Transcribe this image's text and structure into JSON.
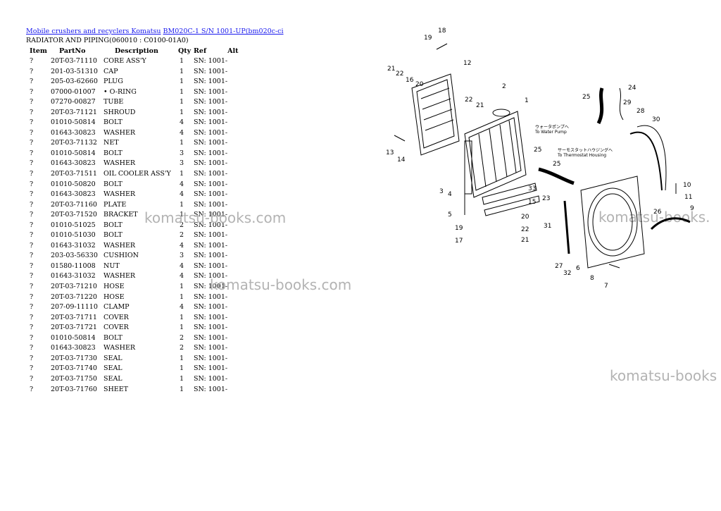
{
  "breadcrumb": {
    "link1": "Mobile crushers and recyclers Komatsu",
    "link2": "BM020C-1 S/N 1001-UP(bm020c-ci"
  },
  "subtitle": "RADIATOR AND PIPING(060010 : C0100-01A0)",
  "table": {
    "headers": [
      "Item",
      "PartNo",
      "Description",
      "Qty",
      "Ref",
      "Alt"
    ],
    "rows": [
      {
        "item": "?",
        "part": "20T-03-71110",
        "desc": "CORE ASS'Y",
        "qty": "1",
        "ref": "SN: 1001-"
      },
      {
        "item": "?",
        "part": "201-03-51310",
        "desc": "CAP",
        "qty": "1",
        "ref": "SN: 1001-"
      },
      {
        "item": "?",
        "part": "205-03-62660",
        "desc": "PLUG",
        "qty": "1",
        "ref": "SN: 1001-"
      },
      {
        "item": "?",
        "part": "07000-01007",
        "desc": "• O-RING",
        "qty": "1",
        "ref": "SN: 1001-"
      },
      {
        "item": "?",
        "part": "07270-00827",
        "desc": "TUBE",
        "qty": "1",
        "ref": "SN: 1001-"
      },
      {
        "item": "?",
        "part": "20T-03-71121",
        "desc": "SHROUD",
        "qty": "1",
        "ref": "SN: 1001-"
      },
      {
        "item": "?",
        "part": "01010-50814",
        "desc": "BOLT",
        "qty": "4",
        "ref": "SN: 1001-"
      },
      {
        "item": "?",
        "part": "01643-30823",
        "desc": "WASHER",
        "qty": "4",
        "ref": "SN: 1001-"
      },
      {
        "item": "?",
        "part": "20T-03-71132",
        "desc": "NET",
        "qty": "1",
        "ref": "SN: 1001-"
      },
      {
        "item": "?",
        "part": "01010-50814",
        "desc": "BOLT",
        "qty": "3",
        "ref": "SN: 1001-"
      },
      {
        "item": "?",
        "part": "01643-30823",
        "desc": "WASHER",
        "qty": "3",
        "ref": "SN: 1001-"
      },
      {
        "item": "?",
        "part": "20T-03-71511",
        "desc": "OIL COOLER ASS'Y",
        "qty": "1",
        "ref": "SN: 1001-"
      },
      {
        "item": "?",
        "part": "01010-50820",
        "desc": "BOLT",
        "qty": "4",
        "ref": "SN: 1001-"
      },
      {
        "item": "?",
        "part": "01643-30823",
        "desc": "WASHER",
        "qty": "4",
        "ref": "SN: 1001-"
      },
      {
        "item": "?",
        "part": "20T-03-71160",
        "desc": "PLATE",
        "qty": "1",
        "ref": "SN: 1001-"
      },
      {
        "item": "?",
        "part": "20T-03-71520",
        "desc": "BRACKET",
        "qty": "1",
        "ref": "SN: 1001-"
      },
      {
        "item": "?",
        "part": "01010-51025",
        "desc": "BOLT",
        "qty": "2",
        "ref": "SN: 1001-"
      },
      {
        "item": "?",
        "part": "01010-51030",
        "desc": "BOLT",
        "qty": "2",
        "ref": "SN: 1001-"
      },
      {
        "item": "?",
        "part": "01643-31032",
        "desc": "WASHER",
        "qty": "4",
        "ref": "SN: 1001-"
      },
      {
        "item": "?",
        "part": "203-03-56330",
        "desc": "CUSHION",
        "qty": "3",
        "ref": "SN: 1001-"
      },
      {
        "item": "?",
        "part": "01580-11008",
        "desc": "NUT",
        "qty": "4",
        "ref": "SN: 1001-"
      },
      {
        "item": "?",
        "part": "01643-31032",
        "desc": "WASHER",
        "qty": "4",
        "ref": "SN: 1001-"
      },
      {
        "item": "?",
        "part": "20T-03-71210",
        "desc": "HOSE",
        "qty": "1",
        "ref": "SN: 1001-"
      },
      {
        "item": "?",
        "part": "20T-03-71220",
        "desc": "HOSE",
        "qty": "1",
        "ref": "SN: 1001-"
      },
      {
        "item": "?",
        "part": "207-09-11110",
        "desc": "CLAMP",
        "qty": "4",
        "ref": "SN: 1001-"
      },
      {
        "item": "?",
        "part": "20T-03-71711",
        "desc": "COVER",
        "qty": "1",
        "ref": "SN: 1001-"
      },
      {
        "item": "?",
        "part": "20T-03-71721",
        "desc": "COVER",
        "qty": "1",
        "ref": "SN: 1001-"
      },
      {
        "item": "?",
        "part": "01010-50814",
        "desc": "BOLT",
        "qty": "2",
        "ref": "SN: 1001-"
      },
      {
        "item": "?",
        "part": "01643-30823",
        "desc": "WASHER",
        "qty": "2",
        "ref": "SN: 1001-"
      },
      {
        "item": "?",
        "part": "20T-03-71730",
        "desc": "SEAL",
        "qty": "1",
        "ref": "SN: 1001-"
      },
      {
        "item": "?",
        "part": "20T-03-71740",
        "desc": "SEAL",
        "qty": "1",
        "ref": "SN: 1001-"
      },
      {
        "item": "?",
        "part": "20T-03-71750",
        "desc": "SEAL",
        "qty": "1",
        "ref": "SN: 1001-"
      },
      {
        "item": "?",
        "part": "20T-03-71760",
        "desc": "SHEET",
        "qty": "1",
        "ref": "SN: 1001-"
      }
    ]
  },
  "watermarks": [
    "komatsu-books.com",
    "komatsu-books.com",
    "komatsu-books.",
    "komatsu-books"
  ],
  "diagram": {
    "callouts": [
      "1",
      "2",
      "3",
      "4",
      "5",
      "6",
      "7",
      "8",
      "9",
      "10",
      "11",
      "12",
      "13",
      "14",
      "15",
      "16",
      "17",
      "18",
      "19",
      "20",
      "21",
      "22",
      "23",
      "24",
      "25",
      "26",
      "27",
      "28",
      "29",
      "30",
      "31",
      "32",
      "33"
    ],
    "notes": {
      "water_pump_jp": "ウォータポンプへ",
      "water_pump_en": "To Water Pump",
      "thermostat_jp": "サーモスタットハウジングへ",
      "thermostat_en": "To Thermostat Housing"
    }
  }
}
